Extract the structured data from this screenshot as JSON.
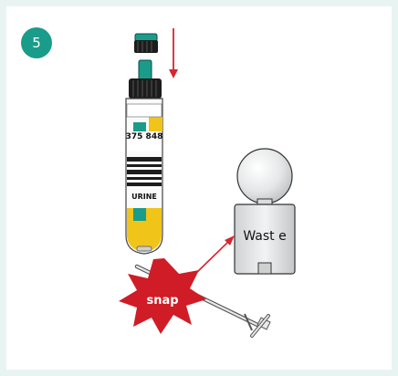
{
  "step": {
    "number": "5"
  },
  "labels": {
    "barcode_number": "375 848",
    "tube_label": "URINE",
    "waste_label": "Wast e",
    "snap_label": "snap"
  },
  "colors": {
    "teal": "#1a9c8a",
    "yellow": "#f0c419",
    "red": "#d01c26",
    "arrow_red": "#d7262d"
  },
  "icons": {
    "arrow_down": "red-down-arrow",
    "arrow_diagonal": "red-diagonal-arrow"
  }
}
